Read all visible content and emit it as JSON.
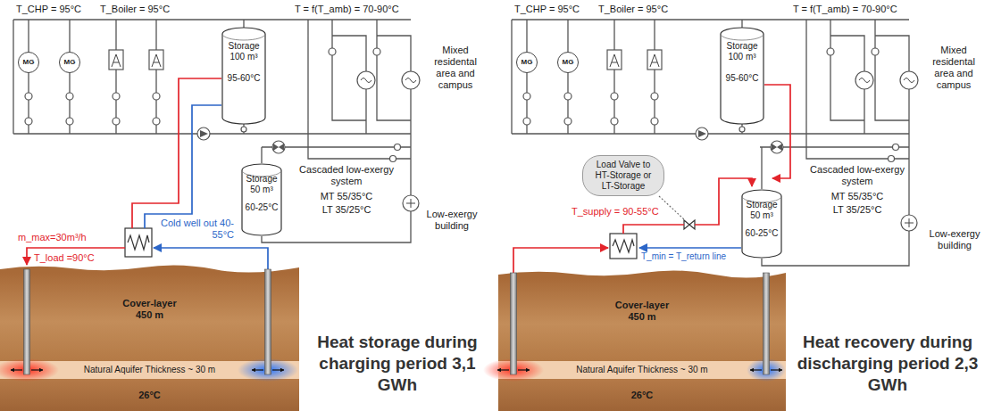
{
  "diagram": {
    "nodes": [
      {
        "text": [
          "MG"
        ]
      },
      {
        "text": [
          "MG"
        ]
      },
      {
        "text": [
          "Storage 100 m³",
          "95-60°C"
        ]
      },
      {
        "text": [
          "Storage 50 m³",
          "60-25°C"
        ]
      },
      {
        "text": [
          "Cover-layer 450 m"
        ]
      },
      {
        "text": [
          "Natural Aquifer Thickness ~ 30 m"
        ]
      },
      {
        "text": [
          "26°C"
        ]
      },
      {
        "text": [
          "MG"
        ]
      },
      {
        "text": [
          "MG"
        ]
      },
      {
        "text": [
          "Storage 100 m³",
          "95-60°C"
        ]
      },
      {
        "text": [
          "Load Valve to HT-Storage or LT-Storage"
        ]
      },
      {
        "text": [
          "Storage 50 m³",
          "60-25°C"
        ]
      },
      {
        "text": [
          "Cover-layer 450 m"
        ]
      },
      {
        "text": [
          "Natural Aquifer Thickness ~ 30 m"
        ]
      },
      {
        "text": [
          "26°C"
        ]
      }
    ],
    "labels": [
      "T_CHP = 95°C",
      "T_Boiler = 95°C",
      "T = f(T_amb) = 70-90°C",
      "Mixed residental area and campus",
      "Cascaded low-exergy system",
      "MT 55/35°C",
      "LT 35/25°C",
      "Low-exergy building",
      "m_max=30m³/h",
      "T_load =90°C",
      "Cold well out 40-55°C",
      "Heat storage during charging period 3,1 GWh",
      "T_CHP = 95°C",
      "T_Boiler = 95°C",
      "T = f(T_amb) = 70-90°C",
      "Mixed residental area and campus",
      "Cascaded low-exergy system",
      "MT 55/35°C",
      "LT 35/25°C",
      "Low-exergy building",
      "T_supply = 90-55°C",
      "T_min = T_return line",
      "Heat recovery during discharging period 2,3 GWh"
    ]
  }
}
